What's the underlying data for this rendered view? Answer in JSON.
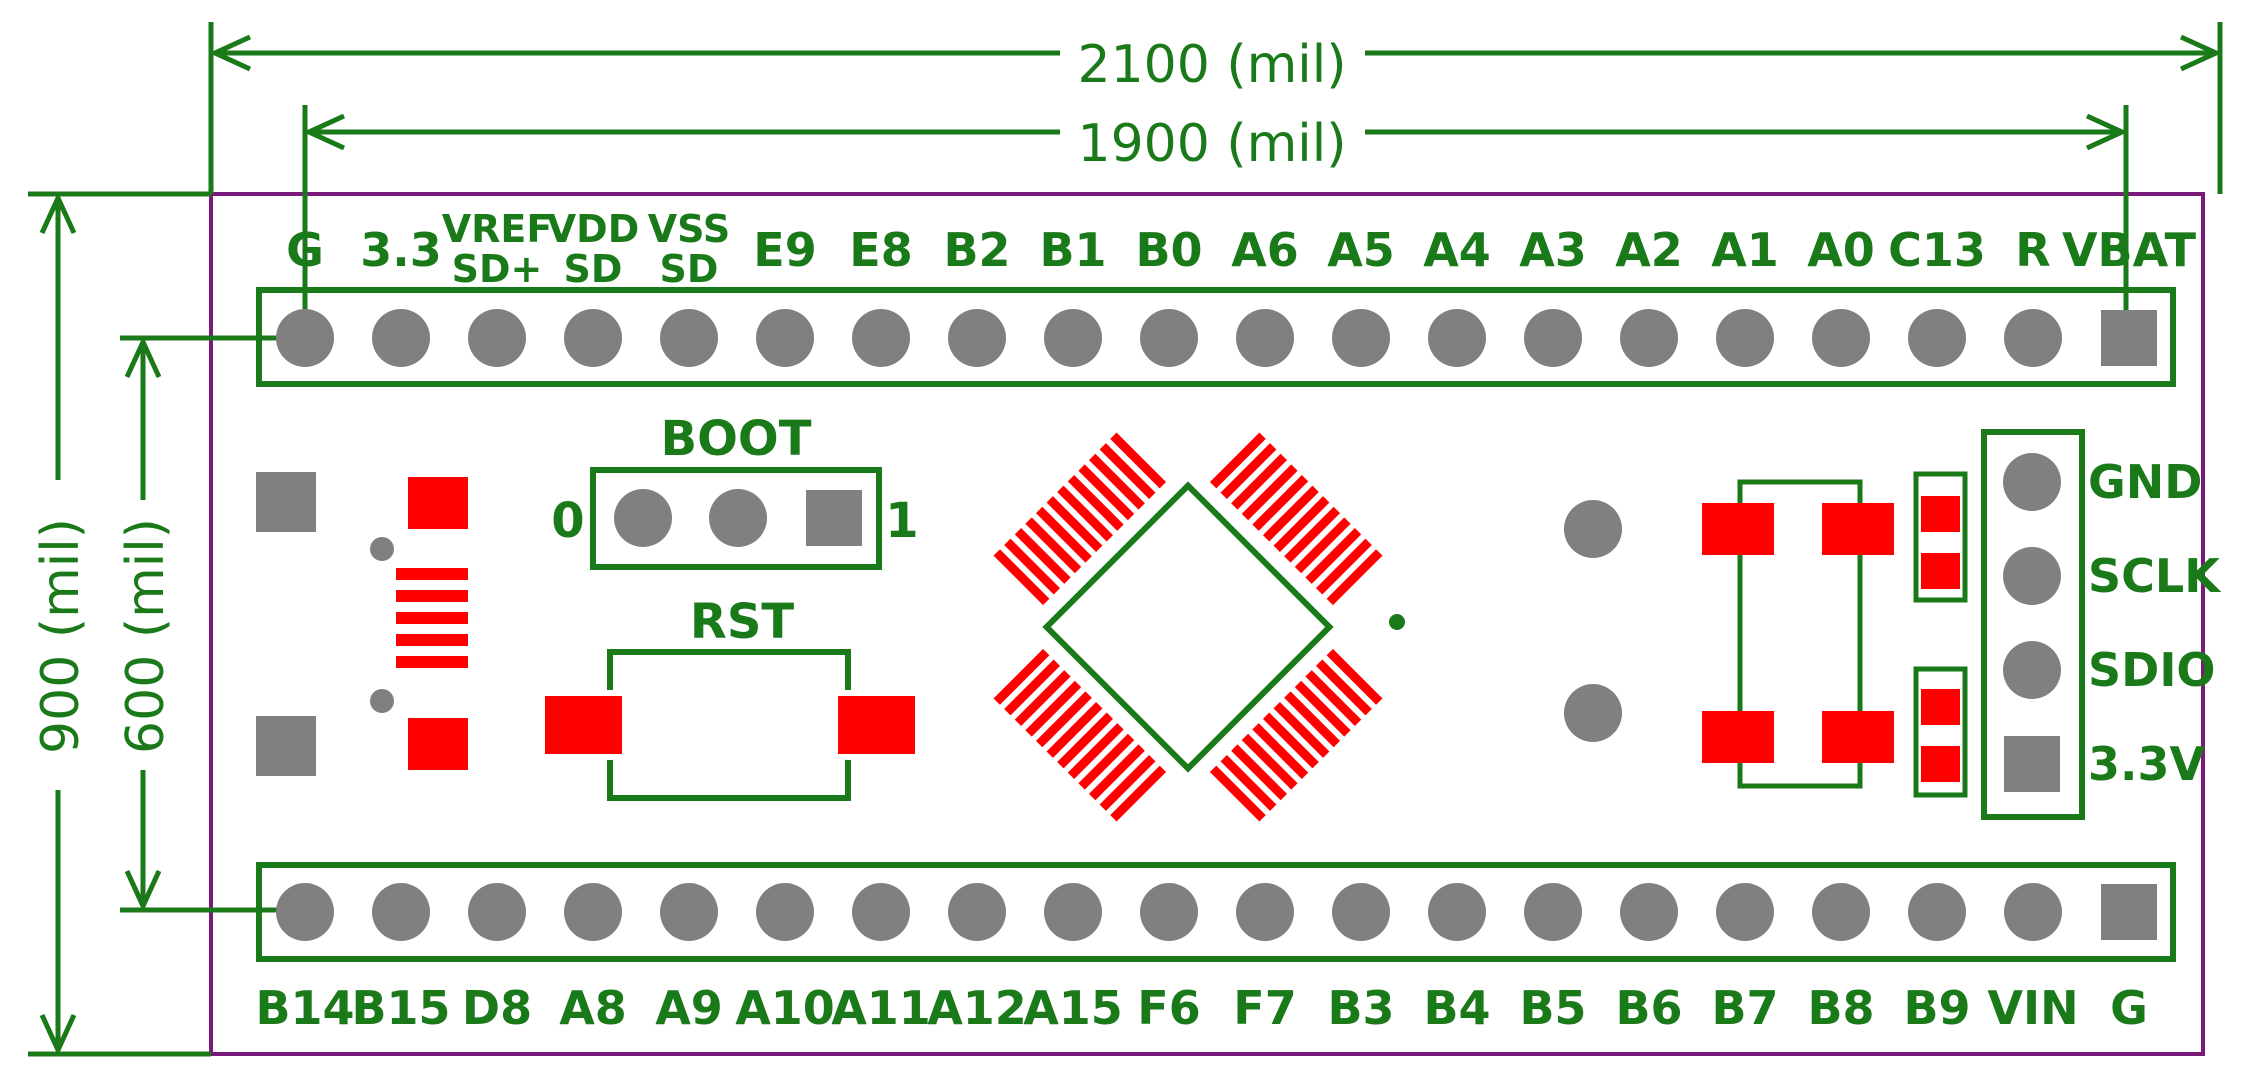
{
  "colors": {
    "silkscreen": "#1a7a1a",
    "outline": "#7a1a7a",
    "copper": "#ff0000",
    "pad": "#808080",
    "background": "#ffffff"
  },
  "dimensions": {
    "width_2100": "2100 (mil)",
    "width_1900": "1900 (mil)",
    "height_900": "900 (mil)",
    "height_600": "600 (mil)"
  },
  "top_header": {
    "labels": [
      [
        "G"
      ],
      [
        "3.3"
      ],
      [
        "VREF",
        "SD+"
      ],
      [
        "VDD",
        "SD"
      ],
      [
        "VSS",
        "SD"
      ],
      [
        "E9"
      ],
      [
        "E8"
      ],
      [
        "B2"
      ],
      [
        "B1"
      ],
      [
        "B0"
      ],
      [
        "A6"
      ],
      [
        "A5"
      ],
      [
        "A4"
      ],
      [
        "A3"
      ],
      [
        "A2"
      ],
      [
        "A1"
      ],
      [
        "A0"
      ],
      [
        "C13"
      ],
      [
        "R"
      ],
      [
        "VBAT"
      ]
    ],
    "square_index": 19
  },
  "bottom_header": {
    "labels": [
      "B14",
      "B15",
      "D8",
      "A8",
      "A9",
      "A10",
      "A11",
      "A12",
      "A15",
      "F6",
      "F7",
      "B3",
      "B4",
      "B5",
      "B6",
      "B7",
      "B8",
      "B9",
      "VIN",
      "G"
    ],
    "square_index": 19
  },
  "boot": {
    "title": "BOOT",
    "left": "0",
    "right": "1"
  },
  "rst": {
    "title": "RST"
  },
  "swd": {
    "labels": [
      "GND",
      "SCLK",
      "SDIO",
      "3.3V"
    ]
  }
}
